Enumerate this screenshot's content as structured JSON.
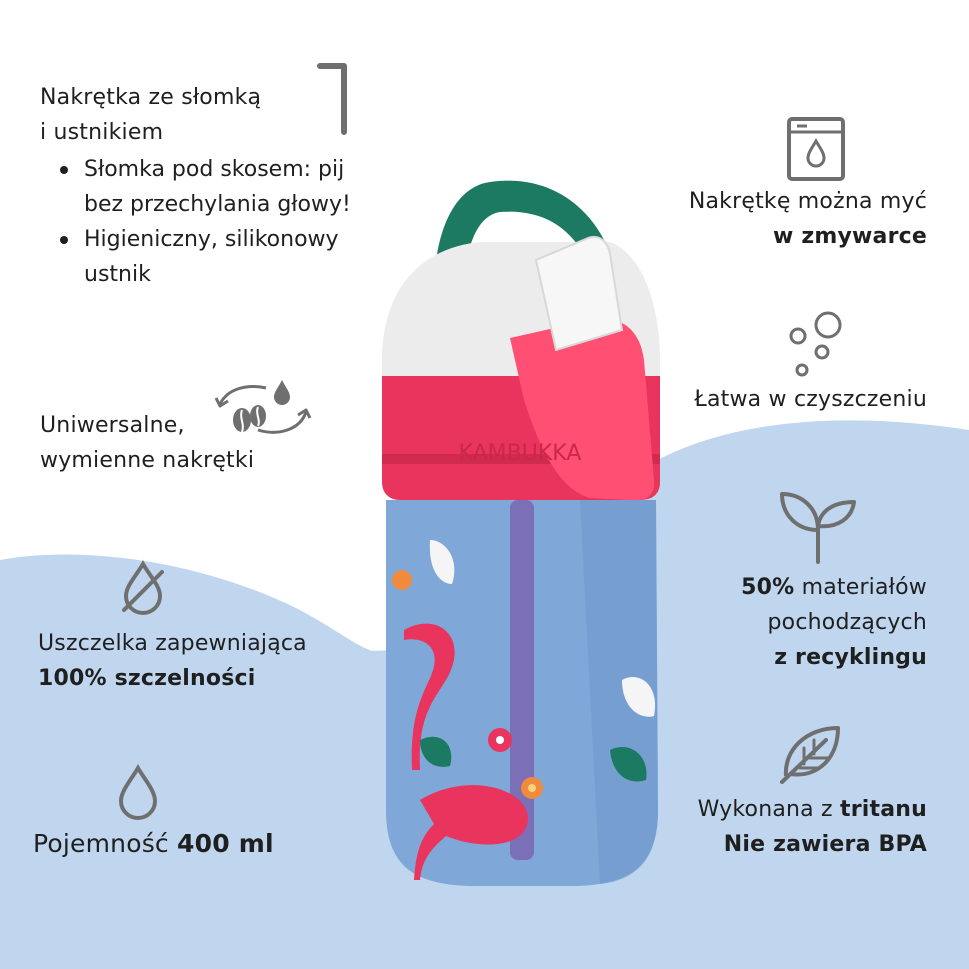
{
  "colors": {
    "background": "#ffffff",
    "wave": "#bfd6ee",
    "text": "#1f1f1f",
    "icon": "#6f6f6f",
    "bottle_body": "#7fa8d8",
    "cap_red": "#e9345d",
    "handle_green": "#1c7a62",
    "cap_white": "#ececec"
  },
  "features": {
    "straw_cap": {
      "title_line1": "Nakrętka ze słomką",
      "title_line2": "i ustnikiem",
      "bullets": [
        {
          "line1": "Słomka pod skosem: pij",
          "line2": "bez przechylania głowy!"
        },
        {
          "line1": "Higieniczny, silikonowy",
          "line2": "ustnik"
        }
      ],
      "icon": "straw-icon"
    },
    "universal_caps": {
      "line1": "Uniwersalne,",
      "line2": "wymienne nakrętki",
      "icon": "cycle-icon"
    },
    "seal": {
      "line1": "Uszczelka zapewniająca",
      "line2_bold": "100% szczelności",
      "icon": "drop-slash-icon"
    },
    "capacity": {
      "text": "Pojemność ",
      "bold": "400 ml",
      "icon": "drop-icon"
    },
    "dishwasher": {
      "line1": "Nakrętkę można myć",
      "line2_bold": "w zmywarce",
      "icon": "dishwasher-icon"
    },
    "easy_clean": {
      "text": "Łatwa w czyszczeniu",
      "icon": "bubbles-icon"
    },
    "recycled": {
      "line1_bold": "50%",
      "line1_rest": " materiałów",
      "line2": "pochodzących",
      "line3_bold": "z recyklingu",
      "icon": "sprout-icon"
    },
    "tritan": {
      "line1_text": "Wykonana z ",
      "line1_bold": "tritanu",
      "line2_bold": "Nie zawiera BPA",
      "icon": "leaf-icon"
    }
  },
  "bottle": {
    "brand_text": "KAMBUKKA"
  }
}
